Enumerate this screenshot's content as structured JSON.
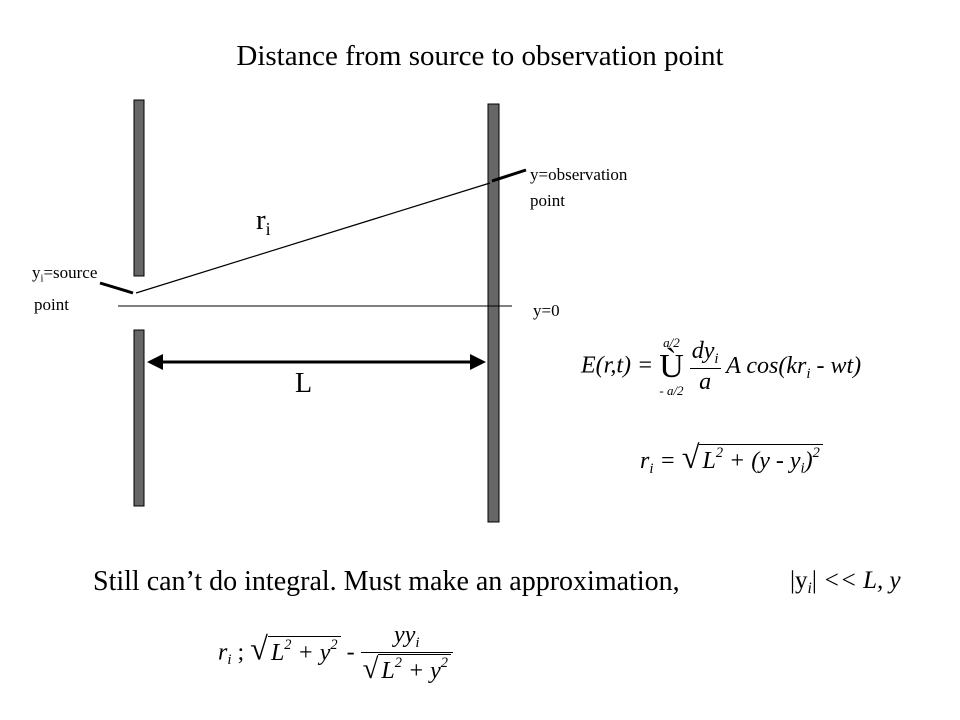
{
  "title": "Distance from source to observation point",
  "labels": {
    "r_base": "r",
    "r_sub": "i",
    "source_sub": "i",
    "source_line1": "=source",
    "source_line2": "point",
    "observation_line1": "y=observation",
    "observation_line2": "point",
    "y0": "y=0",
    "L": "L"
  },
  "bottom_text": "Still can’t do integral.  Must make an approximation,",
  "equations": {
    "field": {
      "lhs": "E(r,t) =",
      "upper": "a/2",
      "symbol": "Ù",
      "lower": "- a/2",
      "num": "dy",
      "num_sub": "i",
      "den": "a",
      "rhs": "A cos(kr",
      "rhs_sub": "i",
      "rhs_tail": " -  wt)"
    },
    "ri": {
      "lhs": "r",
      "lhs_sub": "i",
      "eq": " = ",
      "radicand_a": "L",
      "radicand_b": " + (y -  y",
      "radicand_b_sub": "i",
      "radicand_c": ")",
      "exp": "2"
    },
    "condition": {
      "bar_left": "|y",
      "bar_sub": "i",
      "bar_right": "|",
      "rest": "<< L, y"
    },
    "approx": {
      "lhs": "r",
      "lhs_sub": "i",
      "approx_symbol": " ; ",
      "root_a": "L",
      "root_b": " + y",
      "exp": "2",
      "minus": " - ",
      "num": "yy",
      "num_sub": "i"
    }
  }
}
